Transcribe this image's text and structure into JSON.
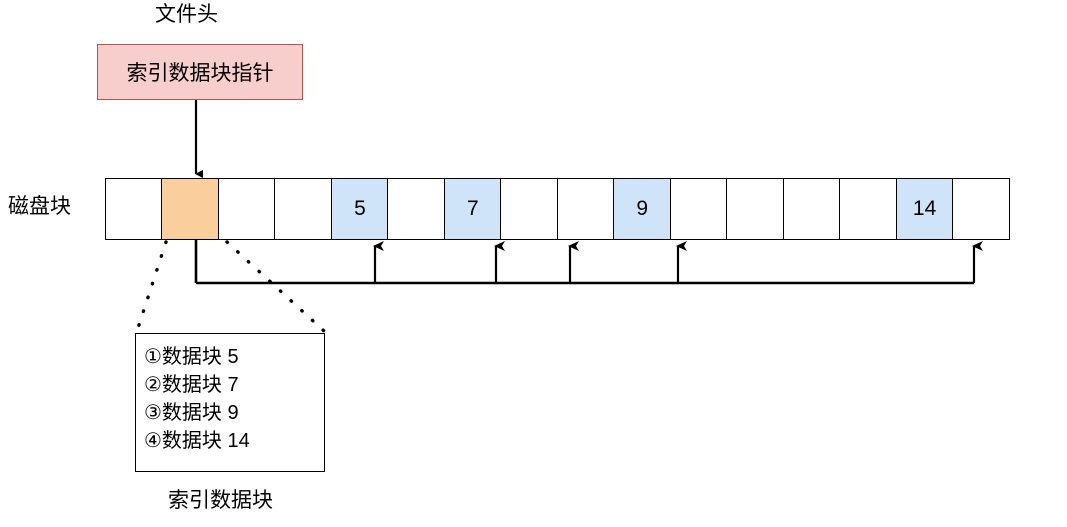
{
  "diagram": {
    "title_label": "文件头",
    "file_header": {
      "box_label": "索引数据块指针",
      "fill_color": "#f8cecc",
      "stroke_color": "#b85450"
    },
    "disk_row": {
      "label": "磁盘块",
      "cell_count": 15,
      "cells": [
        {
          "label": "",
          "kind": "empty"
        },
        {
          "label": "",
          "kind": "index"
        },
        {
          "label": "",
          "kind": "empty"
        },
        {
          "label": "",
          "kind": "empty"
        },
        {
          "label": "5",
          "kind": "data"
        },
        {
          "label": "",
          "kind": "empty"
        },
        {
          "label": "7",
          "kind": "data"
        },
        {
          "label": "",
          "kind": "empty"
        },
        {
          "label": "",
          "kind": "empty"
        },
        {
          "label": "9",
          "kind": "data"
        },
        {
          "label": "",
          "kind": "empty"
        },
        {
          "label": "",
          "kind": "empty"
        },
        {
          "label": "",
          "kind": "empty"
        },
        {
          "label": "",
          "kind": "empty"
        },
        {
          "label": "14",
          "kind": "data"
        },
        {
          "label": "",
          "kind": "empty"
        }
      ],
      "index_fill_color": "#fbcf9d",
      "data_fill_color": "#cfe4f9"
    },
    "index_block": {
      "caption": "索引数据块",
      "entries": [
        "①数据块 5",
        "②数据块 7",
        "③数据块 9",
        "④数据块 14"
      ]
    }
  }
}
